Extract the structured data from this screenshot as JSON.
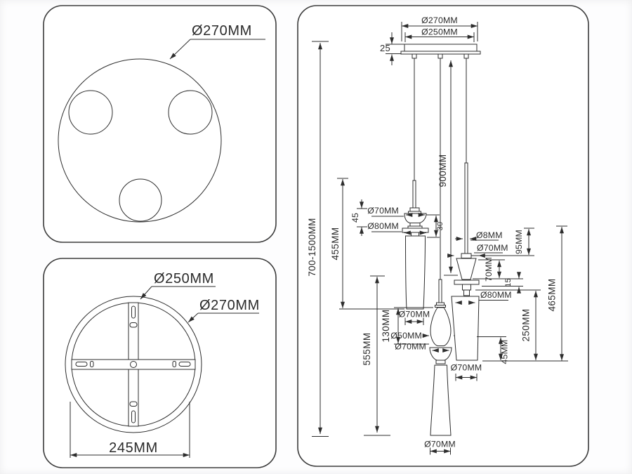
{
  "drawing": {
    "line_color": "#2d2d2d",
    "background": "#fdfdfe",
    "panel_top_view": {
      "dia_outer": "Ø270MM"
    },
    "panel_bracket_view": {
      "dia_inner": "Ø250MM",
      "dia_outer": "Ø270MM",
      "bracket_width": "245MM"
    },
    "panel_side_view": {
      "canopy": {
        "dia_outer": "Ø270MM",
        "dia_inner": "Ø250MM",
        "thickness": "25"
      },
      "overall_height": "700-1500MM",
      "cord_length": "900MM",
      "pendant_left": {
        "glass_height": "455MM",
        "top_section": "45",
        "dia_top": "Ø70MM",
        "dia_disc": "Ø80MM",
        "hub_height": "30",
        "dia_shade_bottom": "Ø70MM"
      },
      "pendant_middle": {
        "glass_height": "555MM",
        "top_glass_height": "130MM",
        "dia_globe": "Ø50MM",
        "dia_bowl": "Ø70MM",
        "dia_shade_bottom": "Ø70MM"
      },
      "pendant_right": {
        "dia_rod": "Ø8MM",
        "fitting_height": "95MM",
        "dia_cone_top": "Ø70MM",
        "cone_height": "70MM",
        "spacer_height": "15",
        "dia_shade_top": "Ø80MM",
        "shade_height": "250MM",
        "assembly_height": "465MM",
        "lower_section": "45MM",
        "dia_shade_bottom": "Ø70MM"
      }
    }
  }
}
